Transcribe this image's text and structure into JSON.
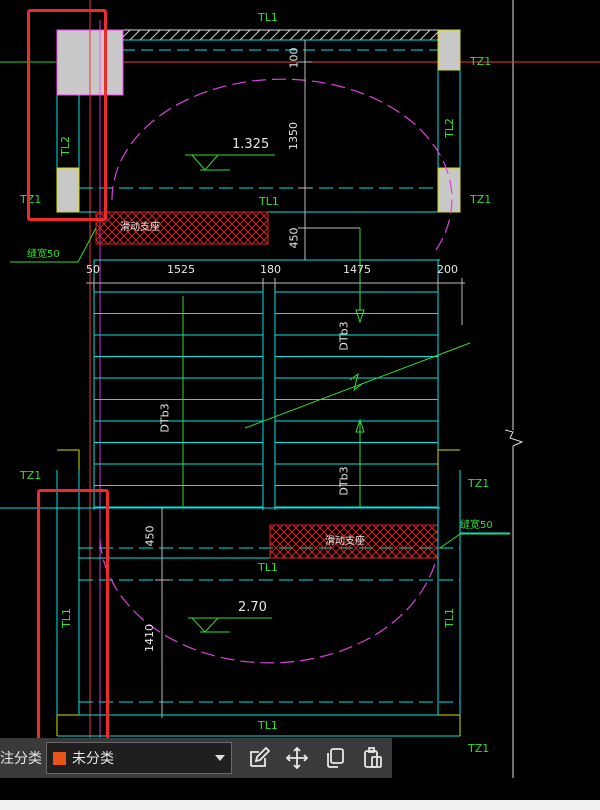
{
  "drawing": {
    "beam_labels": {
      "tl1_top": "TL1",
      "tl1_mid": "TL1",
      "tl1_lower": "TL1",
      "tl1_bottom": "TL1",
      "tl2_left_top": "TL2",
      "tl2_right_top": "TL2",
      "tl1_left_bottom": "TL1",
      "tl1_right_bottom": "TL1"
    },
    "column_labels": {
      "tz1_top_right": "TZ1",
      "tz1_mid_left": "TZ1",
      "tz1_mid_right": "TZ1",
      "tz1_lower_left": "TZ1",
      "tz1_lower_right": "TZ1",
      "tz1_bottom_right": "TZ1"
    },
    "elevations": {
      "upper": "1.325",
      "lower": "2.70"
    },
    "dimensions": {
      "d100": "100",
      "d1350": "1350",
      "d450_upper": "450",
      "d50": "50",
      "d1525": "1525",
      "d180": "180",
      "d1475": "1475",
      "d200": "200",
      "d450_lower": "450",
      "d1410": "1410"
    },
    "stair_labels": {
      "dtb_a": "DTb3",
      "dtb_b": "DTb3",
      "dtb_c": "DTb3"
    },
    "support_labels": {
      "upper": "滑动支座",
      "lower": "滑动支座"
    },
    "notes": {
      "left": "缝宽50",
      "right": "缝宽50"
    }
  },
  "toolbar": {
    "category_label": "注分类",
    "category_value": "未分类",
    "category_color": "#e8541a",
    "buttons": [
      "edit-icon",
      "move-icon",
      "copy-icon",
      "paste-icon"
    ]
  }
}
